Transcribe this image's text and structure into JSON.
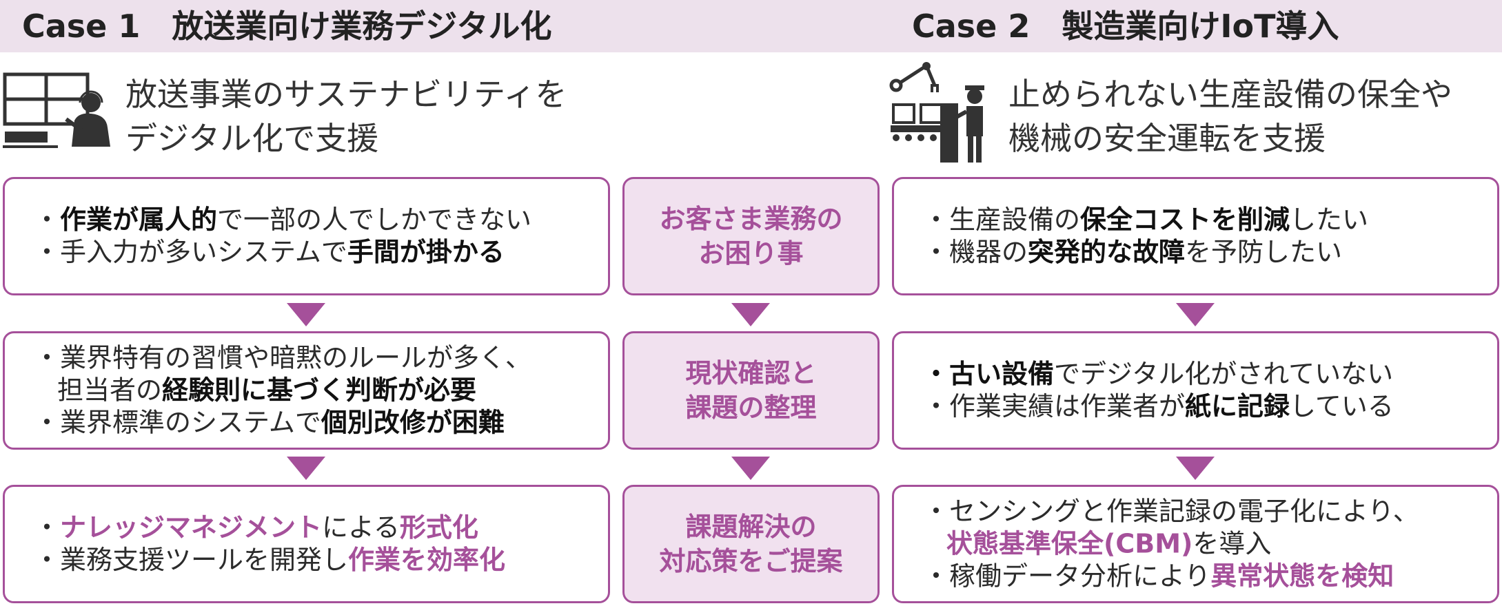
{
  "case1": {
    "title": "Case 1　放送業向け業務デジタル化",
    "icon": "operator-monitor-icon",
    "lead": [
      "放送事業のサステナビリティを",
      "デジタル化で支援"
    ],
    "rows": [
      [
        [
          [
            "・",
            "n"
          ],
          [
            "作業が属人的",
            "b"
          ],
          [
            "で一部の人でしかできない",
            "n"
          ]
        ],
        [
          [
            "・手入力が多いシステムで",
            "n"
          ],
          [
            "手間が掛かる",
            "b"
          ]
        ]
      ],
      [
        [
          [
            "・業界特有の習慣や暗黙のルールが多く、",
            "n"
          ]
        ],
        [
          [
            "担当者の",
            "n"
          ],
          [
            "経験則に基づく判断が必要",
            "b"
          ]
        ],
        [
          [
            "・業界標準のシステムで",
            "n"
          ],
          [
            "個別改修が困難",
            "b"
          ]
        ]
      ],
      [
        [
          [
            "・",
            "n"
          ],
          [
            "ナレッジマネジメント",
            "p"
          ],
          [
            "による",
            "n"
          ],
          [
            "形式化",
            "p"
          ]
        ],
        [
          [
            "・業務支援ツールを開発し",
            "n"
          ],
          [
            "作業を効率化",
            "p"
          ]
        ]
      ]
    ]
  },
  "center": {
    "labels": [
      [
        "お客さま業務の",
        "お困り事"
      ],
      [
        "現状確認と",
        "課題の整理"
      ],
      [
        "課題解決の",
        "対応策をご提案"
      ]
    ]
  },
  "case2": {
    "title": "Case 2　製造業向けIoT導入",
    "icon": "factory-robot-arm-icon",
    "lead": [
      "止められない生産設備の保全や",
      "機械の安全運転を支援"
    ],
    "rows": [
      [
        [
          [
            "・生産設備の",
            "n"
          ],
          [
            "保全コストを削減",
            "b"
          ],
          [
            "したい",
            "n"
          ]
        ],
        [
          [
            "・機器の",
            "n"
          ],
          [
            "突発的な故障",
            "b"
          ],
          [
            "を予防したい",
            "n"
          ]
        ]
      ],
      [
        [
          [
            "・",
            "b"
          ],
          [
            "古い設備",
            "b"
          ],
          [
            "でデジタル化がされていない",
            "n"
          ]
        ],
        [
          [
            "・作業実績は作業者が",
            "n"
          ],
          [
            "紙に記録",
            "b"
          ],
          [
            "している",
            "n"
          ]
        ]
      ],
      [
        [
          [
            "・センシングと作業記録の電子化により、",
            "n"
          ]
        ],
        [
          [
            "状態基準保全(CBM)",
            "p"
          ],
          [
            "を導入",
            "n"
          ]
        ],
        [
          [
            "・稼働データ分析により",
            "n"
          ],
          [
            "異常状態を検知",
            "p"
          ]
        ]
      ]
    ]
  },
  "colors": {
    "accent": "#a5509a",
    "header_band": "#ede1ec",
    "center_fill": "#f1e1ef"
  }
}
